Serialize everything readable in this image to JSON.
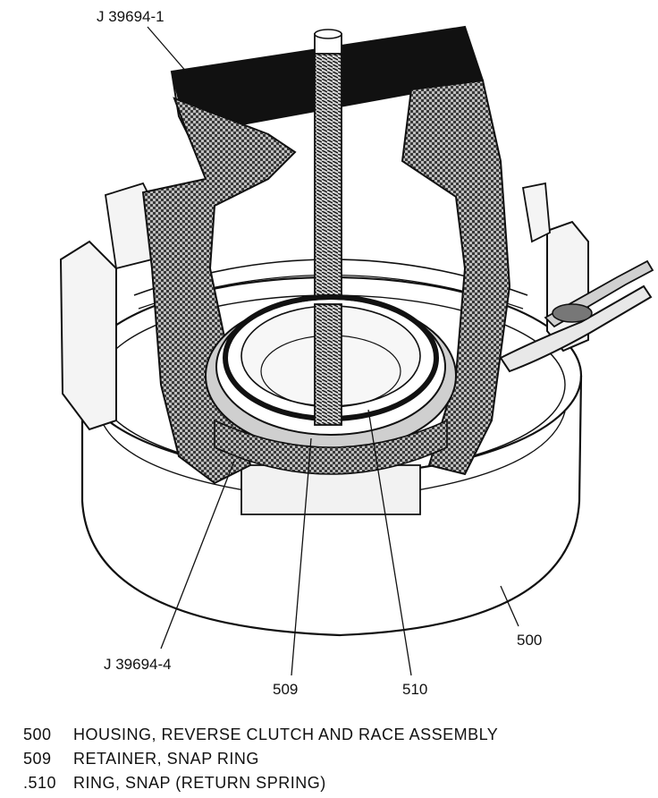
{
  "callouts": {
    "tool_top": "J 39694-1",
    "tool_bottom": "J 39694-4",
    "part_509": "509",
    "part_510": "510",
    "part_500": "500"
  },
  "legend": [
    {
      "number": "500",
      "text": "HOUSING, REVERSE CLUTCH AND RACE ASSEMBLY"
    },
    {
      "number": "509",
      "text": "RETAINER, SNAP RING"
    },
    {
      "number": ".510",
      "text": "RING, SNAP (RETURN SPRING)"
    }
  ],
  "colors": {
    "ink": "#111111",
    "paper": "#ffffff",
    "shade": "#555555"
  }
}
